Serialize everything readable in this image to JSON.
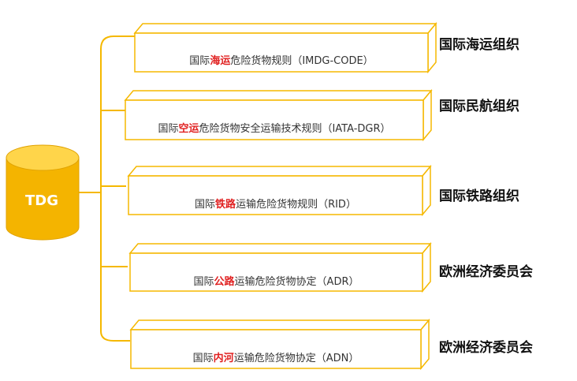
{
  "center": {
    "label": "TDG"
  },
  "regulations": [
    {
      "prefix": "国际",
      "highlight": "海运",
      "suffix": "危险货物规则（IMDG-CODE）",
      "org": "国际海运组织"
    },
    {
      "prefix": "国际",
      "highlight": "空运",
      "suffix": "危险货物安全运输技术规则（IATA-DGR）",
      "org": "国际民航组织"
    },
    {
      "prefix": "国际",
      "highlight": "铁路",
      "suffix": "运输危险货物规则（RID）",
      "org": "国际铁路组织"
    },
    {
      "prefix": "国际",
      "highlight": "公路",
      "suffix": "运输危险货物协定（ADR）",
      "org": "欧洲经济委员会"
    },
    {
      "prefix": "国际",
      "highlight": "内河",
      "suffix": "运输危险货物协定（ADN）",
      "org": "欧洲经济委员会"
    }
  ],
  "colors": {
    "accent": "#f5b800",
    "cylinder_side": "#f4b400",
    "cylinder_top": "#ffd54a",
    "highlight": "#e02020"
  }
}
